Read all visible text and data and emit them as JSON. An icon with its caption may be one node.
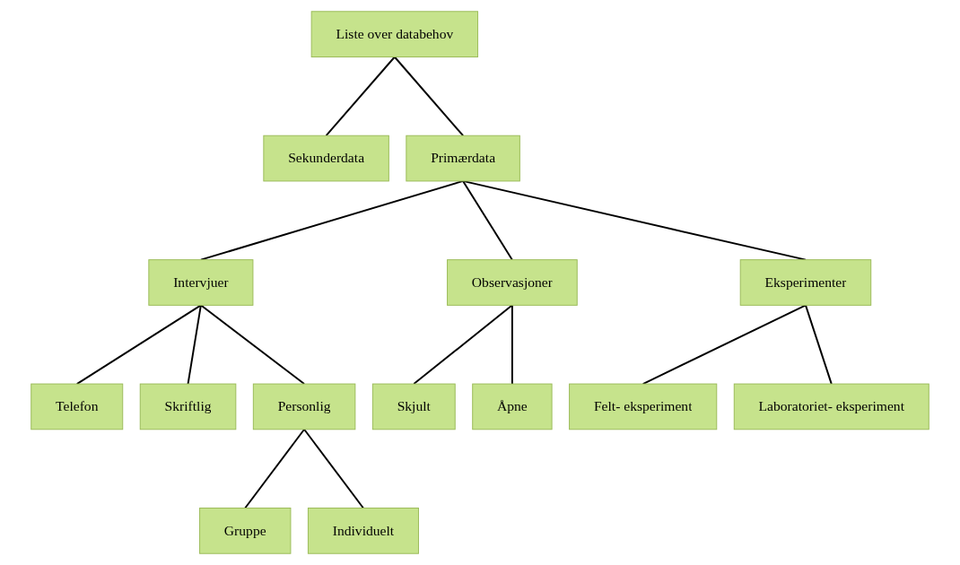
{
  "diagram": {
    "nodes": [
      {
        "text": [
          "Liste over databehov"
        ]
      },
      {
        "text": [
          "Sekunderdata"
        ]
      },
      {
        "text": [
          "Primærdata"
        ]
      },
      {
        "text": [
          "Intervjuer"
        ]
      },
      {
        "text": [
          "Observasjoner"
        ]
      },
      {
        "text": [
          "Eksperimenter"
        ]
      },
      {
        "text": [
          "Telefon"
        ]
      },
      {
        "text": [
          "Skriftlig"
        ]
      },
      {
        "text": [
          "Personlig"
        ]
      },
      {
        "text": [
          "Skjult"
        ]
      },
      {
        "text": [
          "Åpne"
        ]
      },
      {
        "text": [
          "Felt- eksperiment"
        ]
      },
      {
        "text": [
          "Laboratoriet- eksperiment"
        ]
      },
      {
        "text": [
          "Gruppe"
        ]
      },
      {
        "text": [
          "Individuelt"
        ]
      }
    ],
    "edges": [
      {
        "from": 0,
        "to": 1,
        "arrow": "none"
      },
      {
        "from": 0,
        "to": 2,
        "arrow": "none"
      },
      {
        "from": 2,
        "to": 3,
        "arrow": "none"
      },
      {
        "from": 2,
        "to": 4,
        "arrow": "none"
      },
      {
        "from": 2,
        "to": 5,
        "arrow": "none"
      },
      {
        "from": 3,
        "to": 6,
        "arrow": "none"
      },
      {
        "from": 3,
        "to": 7,
        "arrow": "none"
      },
      {
        "from": 3,
        "to": 8,
        "arrow": "none"
      },
      {
        "from": 4,
        "to": 9,
        "arrow": "none"
      },
      {
        "from": 4,
        "to": 10,
        "arrow": "none"
      },
      {
        "from": 5,
        "to": 11,
        "arrow": "none"
      },
      {
        "from": 5,
        "to": 12,
        "arrow": "none"
      },
      {
        "from": 8,
        "to": 13,
        "arrow": "none"
      },
      {
        "from": 8,
        "to": 14,
        "arrow": "none"
      }
    ]
  }
}
